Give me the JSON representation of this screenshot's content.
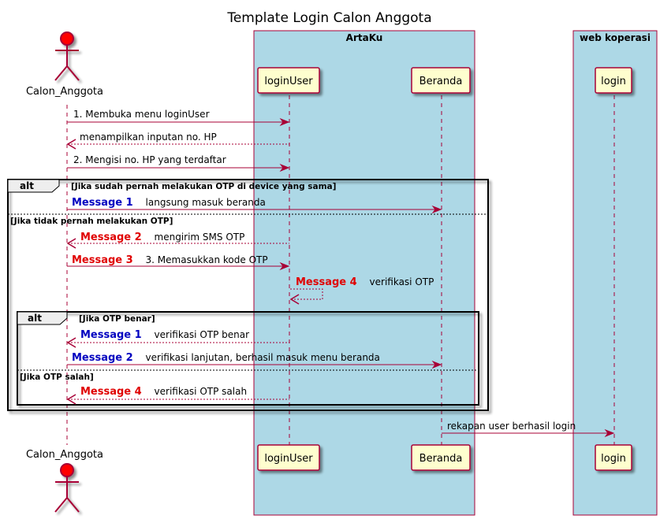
{
  "title": "Template Login Calon Anggota",
  "colors": {
    "arrow": "#A80036",
    "box_fill": "#ADD8E6",
    "participant_fill": "#FEFECE",
    "actor_fill": "#FF0000",
    "message_red": "#E00000",
    "message_blue": "#0000C0"
  },
  "boxes": [
    {
      "id": "artaku",
      "label": "ArtaKu"
    },
    {
      "id": "webkop",
      "label": "web koperasi"
    }
  ],
  "participants": [
    {
      "id": "actor",
      "label": "Calon_Anggota",
      "kind": "actor"
    },
    {
      "id": "loginUser",
      "label": "loginUser",
      "kind": "participant"
    },
    {
      "id": "beranda",
      "label": "Beranda",
      "kind": "participant"
    },
    {
      "id": "login",
      "label": "login",
      "kind": "participant"
    }
  ],
  "messages": [
    {
      "from": "actor",
      "to": "loginUser",
      "style": "solid",
      "prefix": "",
      "prefix_color": "",
      "text": "1. Membuka menu loginUser"
    },
    {
      "from": "loginUser",
      "to": "actor",
      "style": "dashed",
      "prefix": "",
      "prefix_color": "",
      "text": "menampilkan inputan no. HP"
    },
    {
      "from": "actor",
      "to": "loginUser",
      "style": "solid",
      "prefix": "",
      "prefix_color": "",
      "text": "2. Mengisi no. HP yang terdaftar"
    },
    {
      "from": "actor",
      "to": "beranda",
      "style": "solid",
      "prefix": "Message 1",
      "prefix_color": "blue",
      "text": "langsung masuk beranda"
    },
    {
      "from": "loginUser",
      "to": "actor",
      "style": "dashed",
      "prefix": "Message 2",
      "prefix_color": "red",
      "text": "mengirim SMS OTP"
    },
    {
      "from": "actor",
      "to": "loginUser",
      "style": "solid",
      "prefix": "Message 3",
      "prefix_color": "red",
      "text": "3. Memasukkan kode OTP"
    },
    {
      "from": "loginUser",
      "to": "loginUser",
      "style": "dashed",
      "prefix": "Message 4",
      "prefix_color": "red",
      "text": "verifikasi OTP"
    },
    {
      "from": "loginUser",
      "to": "actor",
      "style": "dashed",
      "prefix": "Message 1",
      "prefix_color": "blue",
      "text": "verifikasi OTP benar"
    },
    {
      "from": "actor",
      "to": "beranda",
      "style": "solid",
      "prefix": "Message 2",
      "prefix_color": "blue",
      "text": "verifikasi lanjutan, berhasil masuk menu beranda"
    },
    {
      "from": "loginUser",
      "to": "actor",
      "style": "dashed",
      "prefix": "Message 4",
      "prefix_color": "red",
      "text": "verifikasi OTP salah"
    },
    {
      "from": "beranda",
      "to": "login",
      "style": "solid",
      "prefix": "",
      "prefix_color": "",
      "text": "rekapan user berhasil login"
    }
  ],
  "fragments": [
    {
      "keyword": "alt",
      "condition": "[Jika sudah pernah melakukan OTP di device yang sama]",
      "else": "[Jika tidak pernah melakukan OTP]"
    },
    {
      "keyword": "alt",
      "condition": "[Jika OTP benar]",
      "else": "[Jika OTP salah]"
    }
  ]
}
